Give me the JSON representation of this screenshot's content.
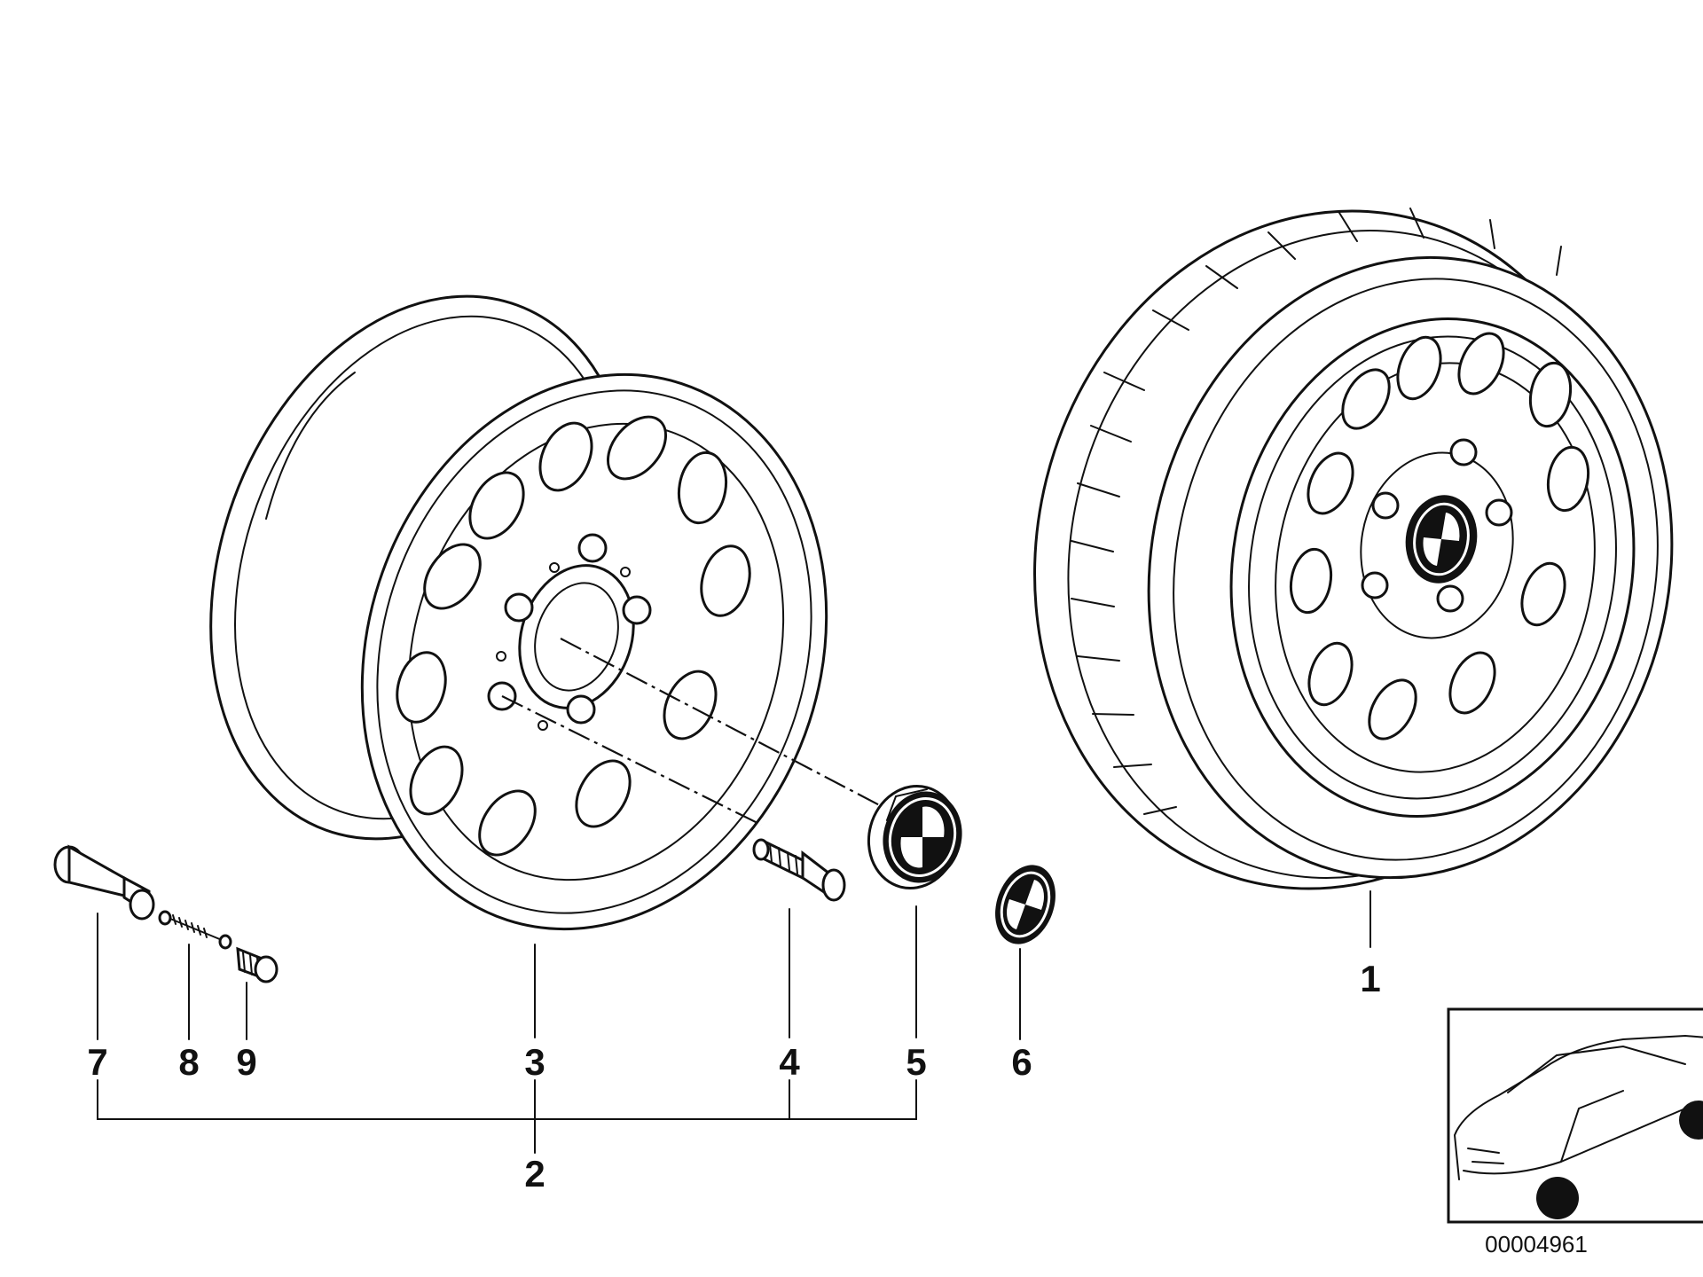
{
  "diagram": {
    "callouts": {
      "c1": "1",
      "c2": "2",
      "c3": "3",
      "c4": "4",
      "c5": "5",
      "c6": "6",
      "c7": "7",
      "c8": "8",
      "c9": "9"
    },
    "reference_number": "00004961",
    "colors": {
      "line": "#111111",
      "background": "#ffffff"
    }
  }
}
